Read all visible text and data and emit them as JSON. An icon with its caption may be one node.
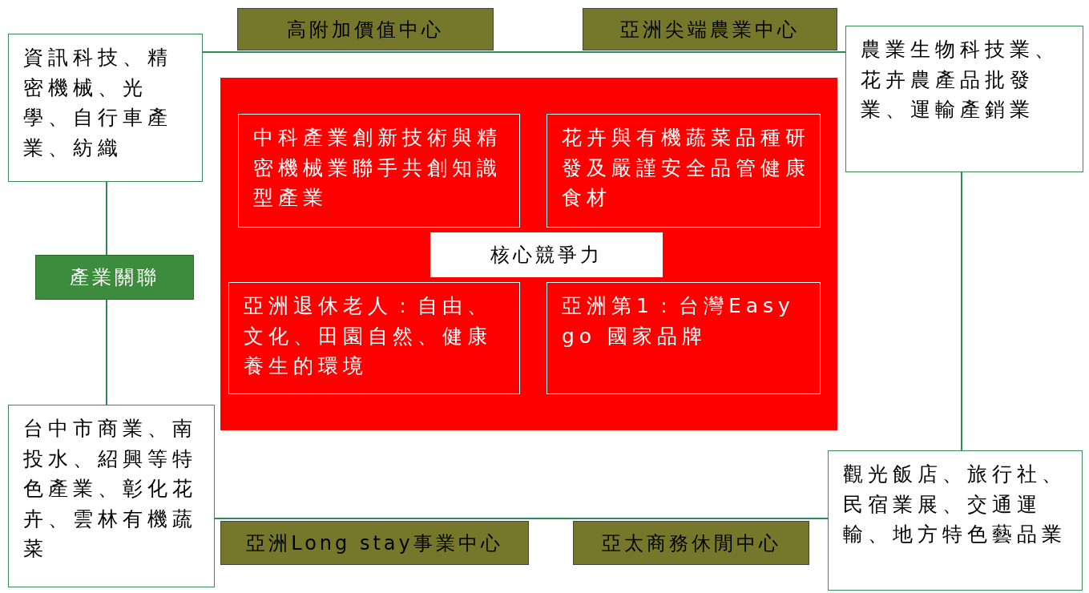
{
  "diagram": {
    "nodes": [
      {
        "text": [
          "資訊科技、精密機械、光學、自行車產業、紡織"
        ]
      },
      {
        "text": [
          "高附加價值中心"
        ]
      },
      {
        "text": [
          "亞洲尖端農業中心"
        ]
      },
      {
        "text": [
          "農業生物科技業、花卉農產品批發業、運輸產銷業"
        ]
      },
      {
        "text": [
          "產業關聯"
        ]
      },
      {
        "text": [],
        "shape": "box"
      },
      {
        "text": [
          "中科產業創新技術與精密機械業聯手共創知識型產業"
        ],
        "in": 5
      },
      {
        "text": [
          "花卉與有機蔬菜品種研發及嚴謹安全品管健康食材"
        ],
        "in": 5
      },
      {
        "text": [
          "核心競爭力"
        ],
        "in": 5
      },
      {
        "text": [
          "亞洲退休老人：自由、文化、田園自然、健康養生的環境"
        ],
        "in": 5
      },
      {
        "text": [
          "亞洲第1：台灣Easy go 國家品牌"
        ],
        "in": 5
      },
      {
        "text": [
          "台中市商業、南投水、紹興等特色產業、彰化花卉、雲林有機蔬菜"
        ]
      },
      {
        "text": [
          "亞洲Long stay事業中心"
        ]
      },
      {
        "text": [
          "亞太商務休閒中心"
        ]
      },
      {
        "text": [
          "觀光飯店、旅行社、民宿業展、交通運輸、地方特色藝品業"
        ]
      }
    ],
    "edges": [
      {
        "from": 0,
        "to": 3,
        "arrow": "none"
      },
      {
        "from": 0,
        "to": 4,
        "arrow": "none"
      },
      {
        "from": 4,
        "to": 11,
        "arrow": "none"
      },
      {
        "from": 3,
        "to": 14,
        "arrow": "none"
      },
      {
        "from": 11,
        "to": 14,
        "arrow": "none"
      }
    ]
  }
}
